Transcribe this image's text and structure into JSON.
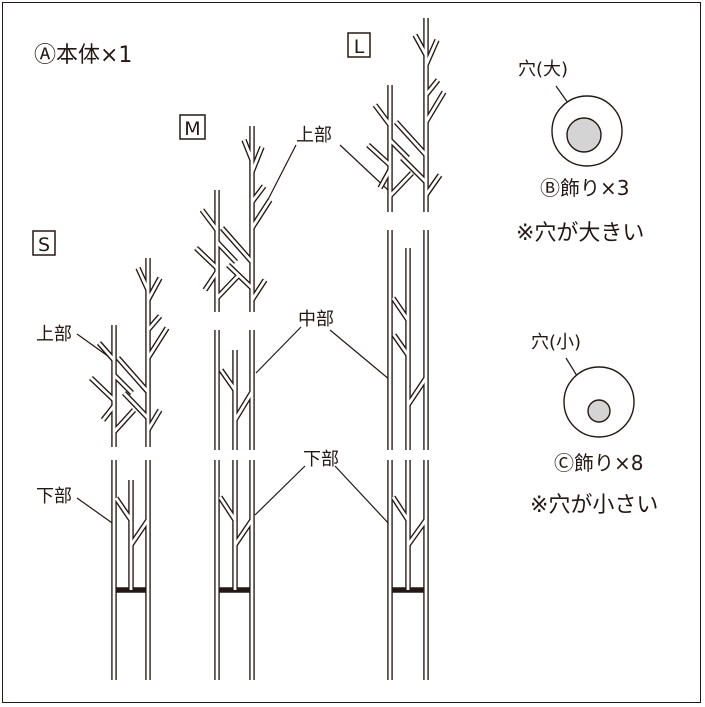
{
  "title": "Ⓐ本体×1",
  "sizes": {
    "small": "S",
    "medium": "M",
    "large": "L"
  },
  "labels": {
    "top": "上部",
    "middle": "中部",
    "bottom": "下部"
  },
  "parts": {
    "b": {
      "hole": "穴(大)",
      "name": "Ⓑ飾り×3",
      "note": "※穴が大きい"
    },
    "c": {
      "hole": "穴(小)",
      "name": "Ⓒ飾り×8",
      "note": "※穴が小さい"
    }
  },
  "colors": {
    "line": "#231815",
    "hole_fill": "#d4d4d4",
    "background": "#ffffff"
  }
}
